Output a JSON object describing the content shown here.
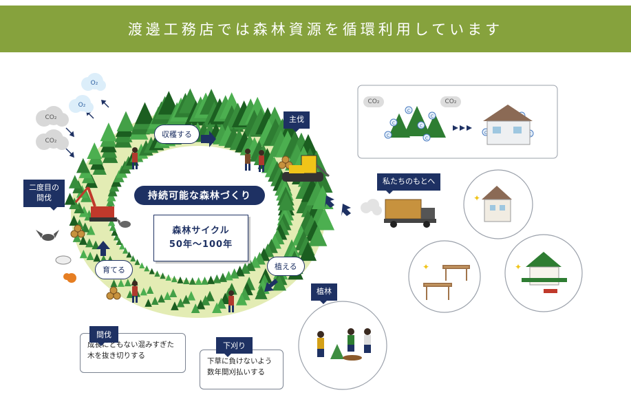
{
  "header": {
    "title": "渡邊工務店では森林資源を循環利用しています"
  },
  "center": {
    "title": "持続可能な森林づくり",
    "cycle_line1": "森林サイクル",
    "cycle_line2": "50年〜100年"
  },
  "steps": {
    "harvest": "収穫する",
    "plant": "植える",
    "grow": "育てる"
  },
  "tags": {
    "main_cut": "主伐",
    "second_thinning_line1": "二度目の",
    "second_thinning_line2": "間伐",
    "to_us": "私たちのもとへ",
    "planting": "植林"
  },
  "descriptions": {
    "thinning": {
      "tag": "間伐",
      "line1": "成長にともない混みすぎた",
      "line2": "木を抜き切りする"
    },
    "weeding": {
      "tag": "下刈り",
      "line1": "下草に負けないよう",
      "line2": "数年間刈払いする"
    }
  },
  "gases": {
    "co2": "CO₂",
    "o2": "O₂",
    "carbon": "C"
  },
  "colors": {
    "banner": "#86a23d",
    "navy": "#1e3163",
    "ring": "#e3ecb4",
    "forest": "#2e7d32"
  }
}
